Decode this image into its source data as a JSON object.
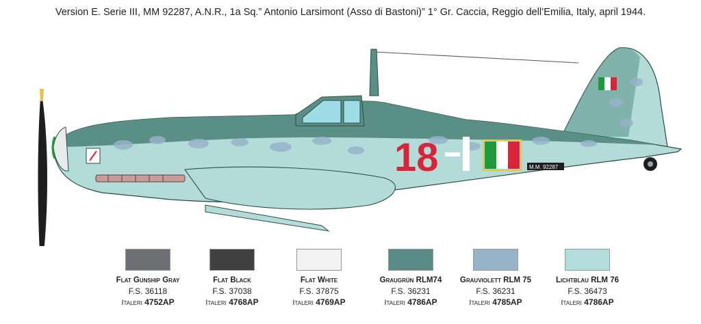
{
  "caption": "Version E. Serie III, MM 92287, A.N.R., 1a Sq.” Antonio Larsimont (Asso di Bastoni)” 1° Gr. Caccia, Reggio dell’Emilia, Italy, april 1944.",
  "aircraft": {
    "code_number": "18",
    "serial": "M.M. 92287"
  },
  "colors": {
    "dark_green": "#5a8f86",
    "light_blue": "#b3dcd9",
    "gray_blue": "#97b3c8",
    "black": "#1e1e1e",
    "red": "#d8253a"
  },
  "swatches": [
    {
      "name": "Flat Gunship Gray",
      "fs": "F.S. 36118",
      "brand": "Italeri",
      "code": "4752AP",
      "color": "#6c7074"
    },
    {
      "name": "Flat Black",
      "fs": "F.S. 37038",
      "brand": "Italeri",
      "code": "4768AP",
      "color": "#3f4143"
    },
    {
      "name": "Flat White",
      "fs": "F.S. 37875",
      "brand": "Italeri",
      "code": "4769AP",
      "color": "#f3f3f3"
    },
    {
      "name": "Graugrün RLM74",
      "fs": "F.S. 36231",
      "brand": "Italeri",
      "code": "4786AP",
      "color": "#5a8a86"
    },
    {
      "name": "Grauviolett RLM 75",
      "fs": "F.S. 36231",
      "brand": "Italeri",
      "code": "4785AP",
      "color": "#97b3c8"
    },
    {
      "name": "Lichtblau RLM 76",
      "fs": "F.S. 36473",
      "brand": "Italeri",
      "code": "4786AP",
      "color": "#b4dedb"
    }
  ]
}
